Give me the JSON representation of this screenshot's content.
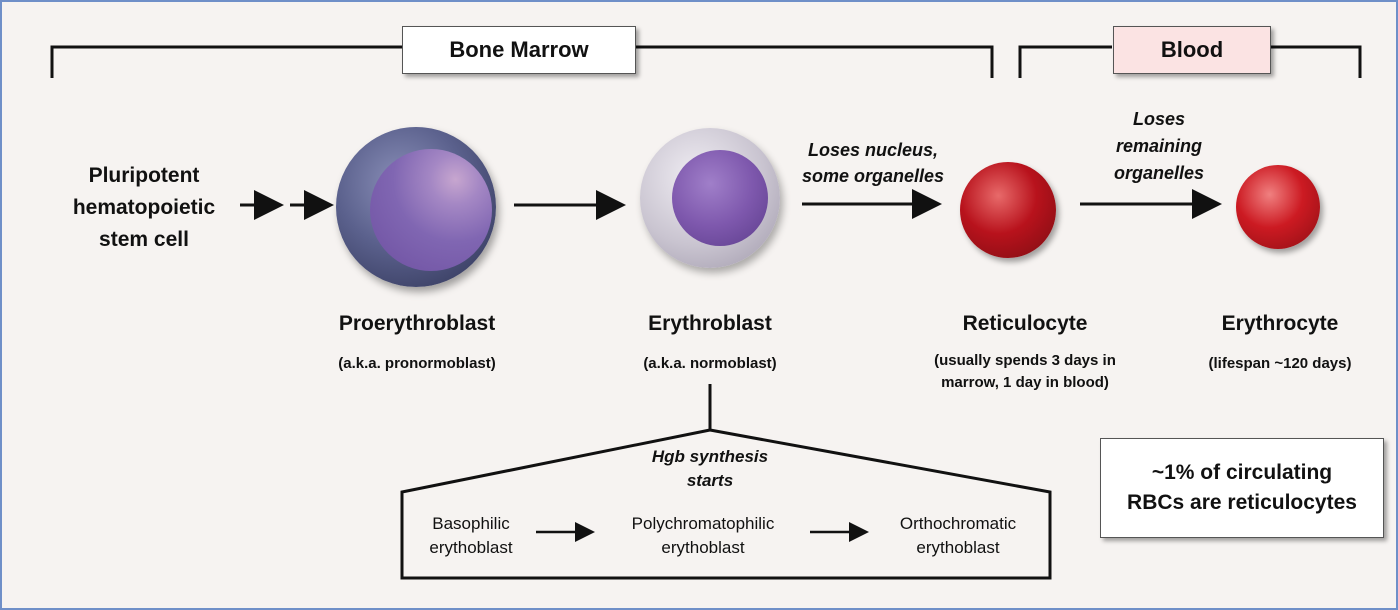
{
  "sections": {
    "bone_marrow": "Bone Marrow",
    "blood": "Blood"
  },
  "stem_cell": [
    "Pluripotent",
    "hematopoietic",
    "stem cell"
  ],
  "cells": {
    "proerythroblast": {
      "name": "Proerythroblast",
      "aka": "(a.k.a. pronormoblast)"
    },
    "erythroblast": {
      "name": "Erythroblast",
      "aka": "(a.k.a. normoblast)"
    },
    "reticulocyte": {
      "name": "Reticulocyte",
      "note": [
        "(usually spends 3 days in",
        "marrow, 1 day in blood)"
      ]
    },
    "erythrocyte": {
      "name": "Erythrocyte",
      "note": "(lifespan ~120 days)"
    }
  },
  "transitions": {
    "loses_nucleus": [
      "Loses nucleus,",
      "some organelles"
    ],
    "loses_remaining": [
      "Loses",
      "remaining",
      "organelles"
    ]
  },
  "hgb": [
    "Hgb synthesis",
    "starts"
  ],
  "stages": {
    "basophilic": [
      "Basophilic",
      "erythoblast"
    ],
    "polychromatophilic": [
      "Polychromatophilic",
      "erythoblast"
    ],
    "orthochromatic": [
      "Orthochromatic",
      "erythoblast"
    ]
  },
  "callout": [
    "~1% of circulating",
    "RBCs are reticulocytes"
  ],
  "colors": {
    "background": "#f6f3f1",
    "frame_border": "#6f8fc8",
    "blood_box": "#fbe3e3",
    "proerythroblast": "#5a5f8a",
    "erythroblast_nucleus": "#7a52a6",
    "red_cell": "#b8121c"
  },
  "icons": [
    "arrow-icon",
    "bracket-line"
  ]
}
